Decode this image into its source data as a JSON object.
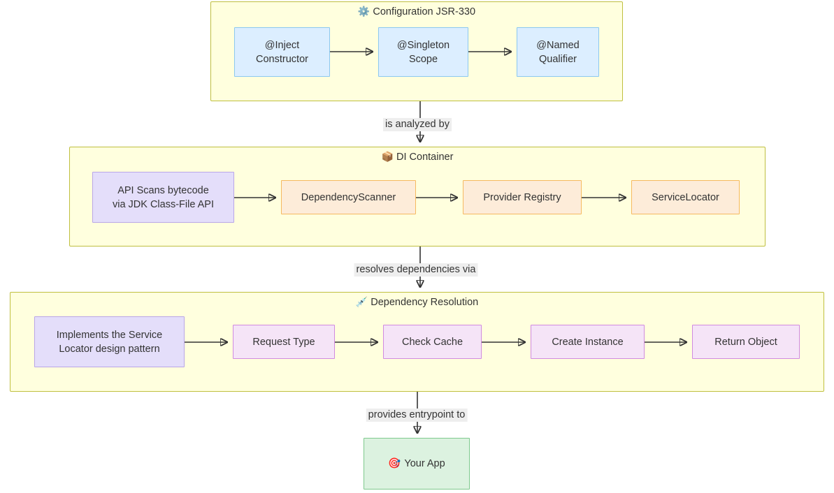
{
  "diagram": {
    "type": "flowchart",
    "direction": "top-down",
    "background": "#ffffff",
    "palette": {
      "subgraph_fill": "#ffffde",
      "subgraph_border": "#bfbf3f",
      "blue_fill": "#dceeff",
      "blue_border": "#8cc8f0",
      "purple_fill": "#e4defa",
      "purple_border": "#b9a6e8",
      "orange_fill": "#fdecd9",
      "orange_border": "#f6b960",
      "pink_fill": "#f5e4f7",
      "pink_border": "#d08ae0",
      "green_fill": "#dcf2e0",
      "green_border": "#7ec98d",
      "edge_stroke": "#333333",
      "edge_label_bg": "#eeeeee",
      "text": "#333333"
    },
    "subgraphs": [
      {
        "id": "configuration",
        "icon": "gear-icon",
        "icon_glyph": "⚙️",
        "title": "Configuration JSR-330",
        "nodes": [
          {
            "id": "inject",
            "style": "blue",
            "lines": [
              "@Inject",
              "Constructor"
            ]
          },
          {
            "id": "singleton",
            "style": "blue",
            "lines": [
              "@Singleton",
              "Scope"
            ]
          },
          {
            "id": "named",
            "style": "blue",
            "lines": [
              "@Named",
              "Qualifier"
            ]
          }
        ]
      },
      {
        "id": "di-container",
        "icon": "package-icon",
        "icon_glyph": "📦",
        "title": "DI Container",
        "nodes": [
          {
            "id": "api-scans",
            "style": "purple",
            "lines": [
              "API Scans bytecode",
              "via JDK Class-File API"
            ]
          },
          {
            "id": "dependency-scanner",
            "style": "orange",
            "lines": [
              "DependencyScanner"
            ]
          },
          {
            "id": "provider-registry",
            "style": "orange",
            "lines": [
              "Provider Registry"
            ]
          },
          {
            "id": "service-locator",
            "style": "orange",
            "lines": [
              "ServiceLocator"
            ]
          }
        ]
      },
      {
        "id": "dependency-resolution",
        "icon": "syringe-icon",
        "icon_glyph": "💉",
        "title": "Dependency Resolution",
        "nodes": [
          {
            "id": "implements-sl",
            "style": "purple",
            "lines": [
              "Implements the Service",
              "Locator design pattern"
            ]
          },
          {
            "id": "request-type",
            "style": "pink",
            "lines": [
              "Request Type"
            ]
          },
          {
            "id": "check-cache",
            "style": "pink",
            "lines": [
              "Check Cache"
            ]
          },
          {
            "id": "create-instance",
            "style": "pink",
            "lines": [
              "Create Instance"
            ]
          },
          {
            "id": "return-object",
            "style": "pink",
            "lines": [
              "Return Object"
            ]
          }
        ]
      }
    ],
    "terminal_node": {
      "id": "your-app",
      "style": "green",
      "icon": "dart-icon",
      "icon_glyph": "🎯",
      "label": "Your App"
    },
    "edge_labels": [
      {
        "id": "edge-label-analyzed",
        "text": "is analyzed by"
      },
      {
        "id": "edge-label-resolves",
        "text": "resolves dependencies via"
      },
      {
        "id": "edge-label-entrypoint",
        "text": "provides entrypoint to"
      }
    ]
  }
}
